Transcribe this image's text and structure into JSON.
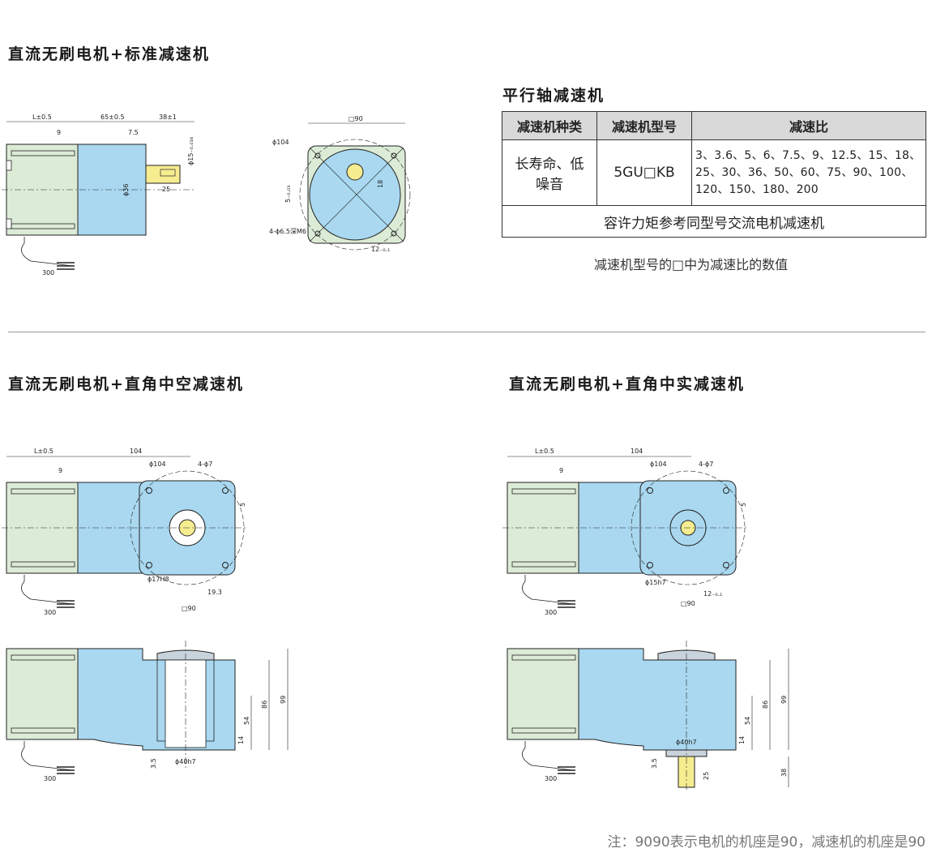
{
  "sections": {
    "standard_title": "直流无刷电机+标准减速机",
    "hollow_title": "直流无刷电机+直角中空减速机",
    "solid_title": "直流无刷电机+直角中实减速机"
  },
  "spec_table": {
    "title": "平行轴减速机",
    "headers": [
      "减速机种类",
      "减速机型号",
      "减速比"
    ],
    "kind": "长寿命、低噪音",
    "model": "5GU□KB",
    "ratios": "3、3.6、5、6、7.5、9、12.5、15、18、25、30、36、50、60、75、90、100、120、150、180、200",
    "torque_note": "容许力矩参考同型号交流电机减速机",
    "under_note": "减速机型号的□中为减速比的数值"
  },
  "dims": {
    "L": "L±0.5",
    "d65": "65±0.5",
    "d38": "38±1",
    "d9": "9",
    "d7_5": "7.5",
    "d15": "ϕ15₋₀.₀₁₈",
    "d36": "ϕ36",
    "d25": "25",
    "sq90": "□90",
    "phi104": "ϕ104",
    "phi6_5": "4-ϕ6.5深M6",
    "d18": "18",
    "d12": "12₋₀.₁",
    "d5": "5₋₀.₀₃",
    "cable": "300",
    "d104": "104",
    "phi7": "4-ϕ7",
    "phi17": "ϕ17H8",
    "d19_3": "19.3",
    "phi15h7": "ϕ15h7",
    "phi40": "ϕ40h7",
    "d99": "99",
    "d86": "86",
    "d54": "54",
    "d14": "14",
    "d3_5": "3.5",
    "d38v": "38",
    "d25v": "25",
    "d5v": "5"
  },
  "colors": {
    "motor": "#dcebd6",
    "gear": "#a9d8f0",
    "shaft": "#f6ec90",
    "cap": "#c9d3dc"
  },
  "footnote": "注：9090表示电机的机座是90，减速机的机座是90"
}
